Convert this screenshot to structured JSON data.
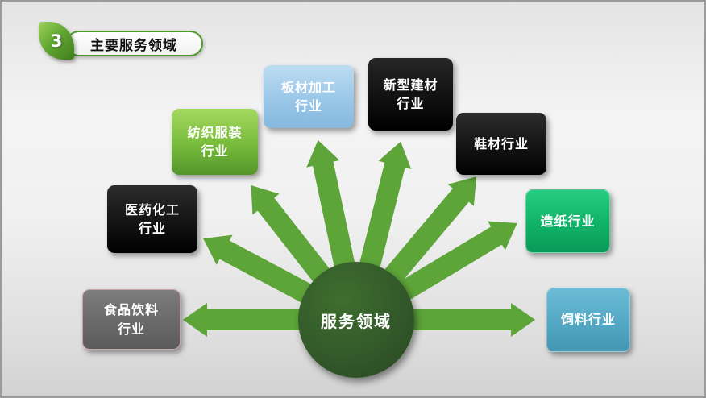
{
  "header": {
    "number": "3",
    "title": "主要服务领域"
  },
  "center": {
    "label": "服务领域"
  },
  "nodes": [
    {
      "name": "food-beverage",
      "label": "食品饮料\n行业"
    },
    {
      "name": "pharma-chemical",
      "label": "医药化工\n行业"
    },
    {
      "name": "textile-apparel",
      "label": "纺织服装\n行业"
    },
    {
      "name": "board-processing",
      "label": "板材加工\n行业"
    },
    {
      "name": "new-building-materials",
      "label": "新型建材\n行业"
    },
    {
      "name": "shoe-materials",
      "label": "鞋材行业"
    },
    {
      "name": "paper-making",
      "label": "造纸行业"
    },
    {
      "name": "feed",
      "label": "饲料行业"
    }
  ],
  "palette": {
    "arrow_green": "#5da439",
    "center_circle_green": "#33592a",
    "header_border_green": "#4e9a2e",
    "textile_green": "#77bb3c",
    "board_blue": "#9ac7e8",
    "paper_green": "#10b268",
    "feed_blue": "#53a8c4",
    "food_gray": "#696969",
    "black_box": "#0d0d0d"
  }
}
